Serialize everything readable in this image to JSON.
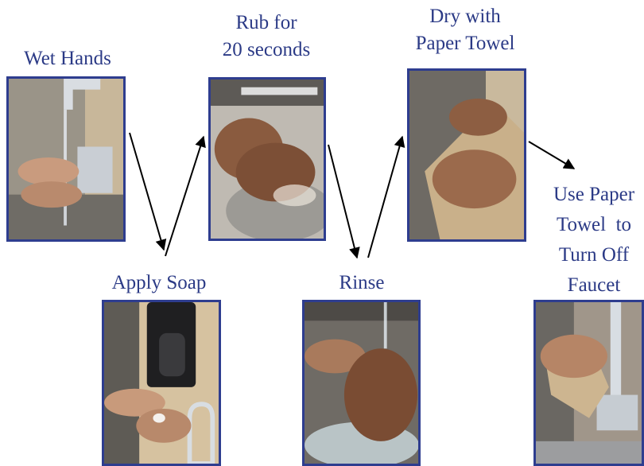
{
  "steps": {
    "wet_hands": {
      "label": "Wet Hands"
    },
    "apply_soap": {
      "label": "Apply Soap"
    },
    "rub": {
      "label_line1": "Rub for",
      "label_line2": "20 seconds"
    },
    "rinse": {
      "label": "Rinse"
    },
    "dry": {
      "label_line1": "Dry with",
      "label_line2": "Paper Towel"
    },
    "turn_off": {
      "label_line1": "Use Paper",
      "label_line2": "Towel  to",
      "label_line3": "Turn Off",
      "label_line4": "Faucet"
    }
  },
  "colors": {
    "text": "#2b3a86",
    "frame": "#2e3d8f",
    "arrow": "#000000"
  }
}
